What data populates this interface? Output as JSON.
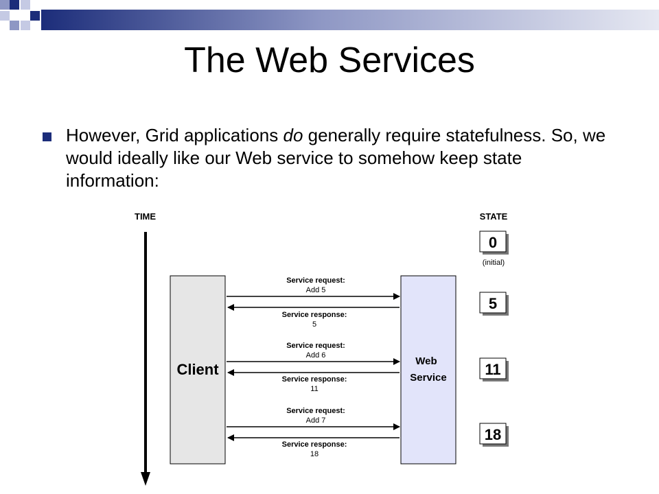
{
  "slide": {
    "title": "The Web Services",
    "bullet": {
      "before": "However, Grid applications ",
      "emphasis": "do",
      "after": " generally require statefulness. So, we would ideally like our Web service to somehow keep state information:"
    }
  },
  "diagram": {
    "time_label": "TIME",
    "state_label": "STATE",
    "client_label": "Client",
    "service_label_line1": "Web",
    "service_label_line2": "Service",
    "messages": [
      {
        "request_title": "Service request:",
        "request_value": "Add 5",
        "response_title": "Service response:",
        "response_value": "5"
      },
      {
        "request_title": "Service request:",
        "request_value": "Add 6",
        "response_title": "Service response:",
        "response_value": "11"
      },
      {
        "request_title": "Service request:",
        "request_value": "Add 7",
        "response_title": "Service response:",
        "response_value": "18"
      }
    ],
    "states": [
      "0",
      "5",
      "11",
      "18"
    ],
    "initial_note": "(initial)"
  },
  "colors": {
    "accent": "#1c2d7a",
    "client_fill": "#e6e6e6",
    "service_fill": "#e2e4fa"
  }
}
